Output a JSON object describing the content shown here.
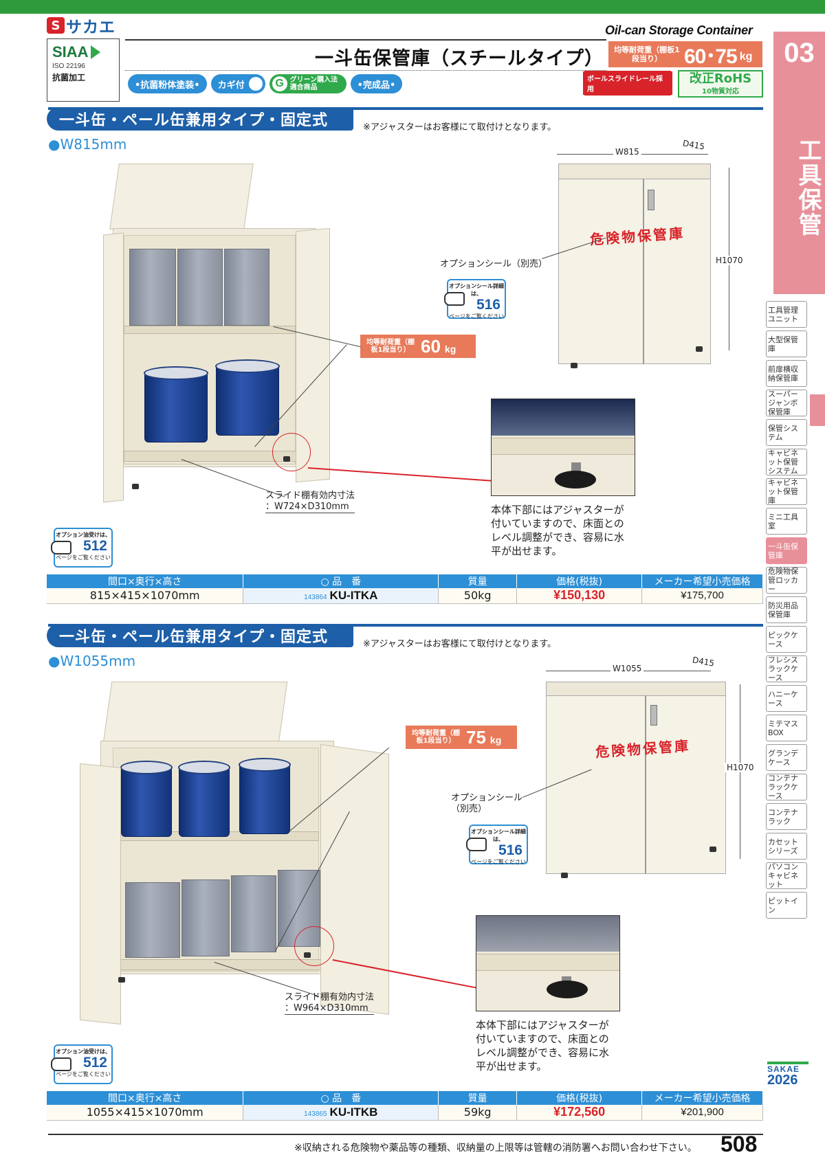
{
  "header": {
    "brand": "サカエ",
    "brand_mark": "S",
    "siaa": {
      "mark": "SIAA",
      "iso": "ISO 22196",
      "label": "抗菌加工"
    },
    "title_en": "Oil-can Storage Container",
    "title_jp": "一斗缶保管庫（スチールタイプ）",
    "load_badge": {
      "label": "均等耐荷重（棚板1段当り）",
      "value": "60･75",
      "unit": "kg"
    },
    "tags": [
      "•抗菌粉体塗装•",
      "カギ付",
      "グリーン購入法適合商品",
      "•完成品•"
    ],
    "green_mark": "G",
    "rail_badge": "ボールスライドレール採用",
    "rohs": {
      "line1": "改正RoHS",
      "line2": "10物質対応"
    }
  },
  "chapter": {
    "number": "03",
    "title": "工具保管"
  },
  "side_nav": [
    "工具管理ユニット",
    "大型保管庫",
    "前扉横収納保管庫",
    "スーパージャンボ保管庫",
    "保管システム",
    "キャビネット保管システム",
    "キャビネット保管庫",
    "ミニ工具室",
    "一斗缶保管庫",
    "危険物保管ロッカー",
    "防災用品保管庫",
    "ピックケース",
    "フレシスラックケース",
    "ハニーケース",
    "ミテマスBOX",
    "グランデケース",
    "コンテナラックケース",
    "コンテナラック",
    "カセットシリーズ",
    "パソコンキャビネット",
    "ピットイン"
  ],
  "side_nav_active": "一斗缶保管庫",
  "sections": [
    {
      "heading": "一斗缶・ペール缶兼用タイプ・固定式",
      "note": "※アジャスターはお客様にて取付けとなります。",
      "width_label": "●W815mm",
      "load": {
        "label": "均等耐荷重（棚板1段当り）",
        "value": "60",
        "unit": "kg"
      },
      "slide_caption": [
        "スライド棚有効内寸法",
        "：W724×D310mm"
      ],
      "drawing": {
        "w": "W815",
        "d": "D415",
        "h": "H1070",
        "door_label": "危険物保管庫",
        "seal_caption": "オプションシール（別売）"
      },
      "seal_ref": {
        "top": "オプションシール詳細は、",
        "num": "516",
        "bottom": "ページをご覧ください"
      },
      "oil_ref": {
        "top": "オプション油受けは、",
        "num": "512",
        "bottom": "ページをご覧ください"
      },
      "adjuster_text": [
        "本体下部にはアジャスターが",
        "付いていますので、床面との",
        "レベル調整ができ、容易に水",
        "平が出せます。"
      ],
      "table": {
        "headers": [
          "間口×奥行×高さ",
          "○ 品　番",
          "質量",
          "価格(税抜)",
          "メーカー希望小売価格"
        ],
        "row": {
          "size": "815×415×1070mm",
          "code_no": "143864",
          "model": "KU-ITKA",
          "weight": "50kg",
          "price": "¥150,130",
          "retail": "¥175,700"
        }
      }
    },
    {
      "heading": "一斗缶・ペール缶兼用タイプ・固定式",
      "note": "※アジャスターはお客様にて取付けとなります。",
      "width_label": "●W1055mm",
      "load": {
        "label": "均等耐荷重（棚板1段当り）",
        "value": "75",
        "unit": "kg"
      },
      "slide_caption": [
        "スライド棚有効内寸法",
        "：W964×D310mm"
      ],
      "drawing": {
        "w": "W1055",
        "d": "D415",
        "h": "H1070",
        "door_label": "危険物保管庫",
        "seal_caption": "オプションシール（別売）"
      },
      "seal_ref": {
        "top": "オプションシール詳細は、",
        "num": "516",
        "bottom": "ページをご覧ください"
      },
      "oil_ref": {
        "top": "オプション油受けは、",
        "num": "512",
        "bottom": "ページをご覧ください"
      },
      "adjuster_text": [
        "本体下部にはアジャスターが",
        "付いていますので、床面との",
        "レベル調整ができ、容易に水",
        "平が出せます。"
      ],
      "table": {
        "headers": [
          "間口×奥行×高さ",
          "○ 品　番",
          "質量",
          "価格(税抜)",
          "メーカー希望小売価格"
        ],
        "row": {
          "size": "1055×415×1070mm",
          "code_no": "143865",
          "model": "KU-ITKB",
          "weight": "59kg",
          "price": "¥172,560",
          "retail": "¥201,900"
        }
      }
    }
  ],
  "footer": {
    "note": "※収納される危険物や薬品等の種類、収納量の上限等は管轄の消防署へお問い合わせ下さい。",
    "page": "508",
    "sakae": "SAKAE",
    "year": "2026"
  },
  "colors": {
    "accent_blue": "#1d5fa8",
    "light_blue": "#2d8fd6",
    "green": "#2f9a3c",
    "salmon": "#e87a5a",
    "pink": "#e8909a",
    "price_red": "#d8232a"
  }
}
